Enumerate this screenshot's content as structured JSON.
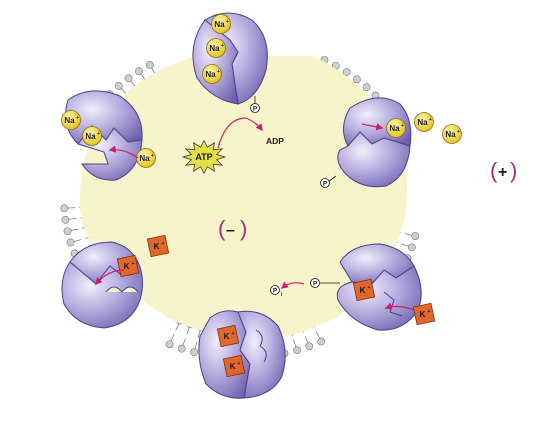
{
  "labels": {
    "na": "Na",
    "na_sup": "+",
    "k": "K",
    "k_sup": "+",
    "atp": "ATP",
    "adp": "ADP",
    "p": "P",
    "pi": "P",
    "pi_sub": "i",
    "outside_charge": "+",
    "inside_charge": "–"
  },
  "colors": {
    "cytoplasm": "#f7f4cc",
    "lipid_head": "#cfcfcf",
    "protein": "#8a7dc2",
    "sodium": "#eccc2a",
    "potassium": "#e0662a",
    "arrow": "#c8206e",
    "atp_burst": "#e4e04a",
    "charge": "#a0306e"
  }
}
